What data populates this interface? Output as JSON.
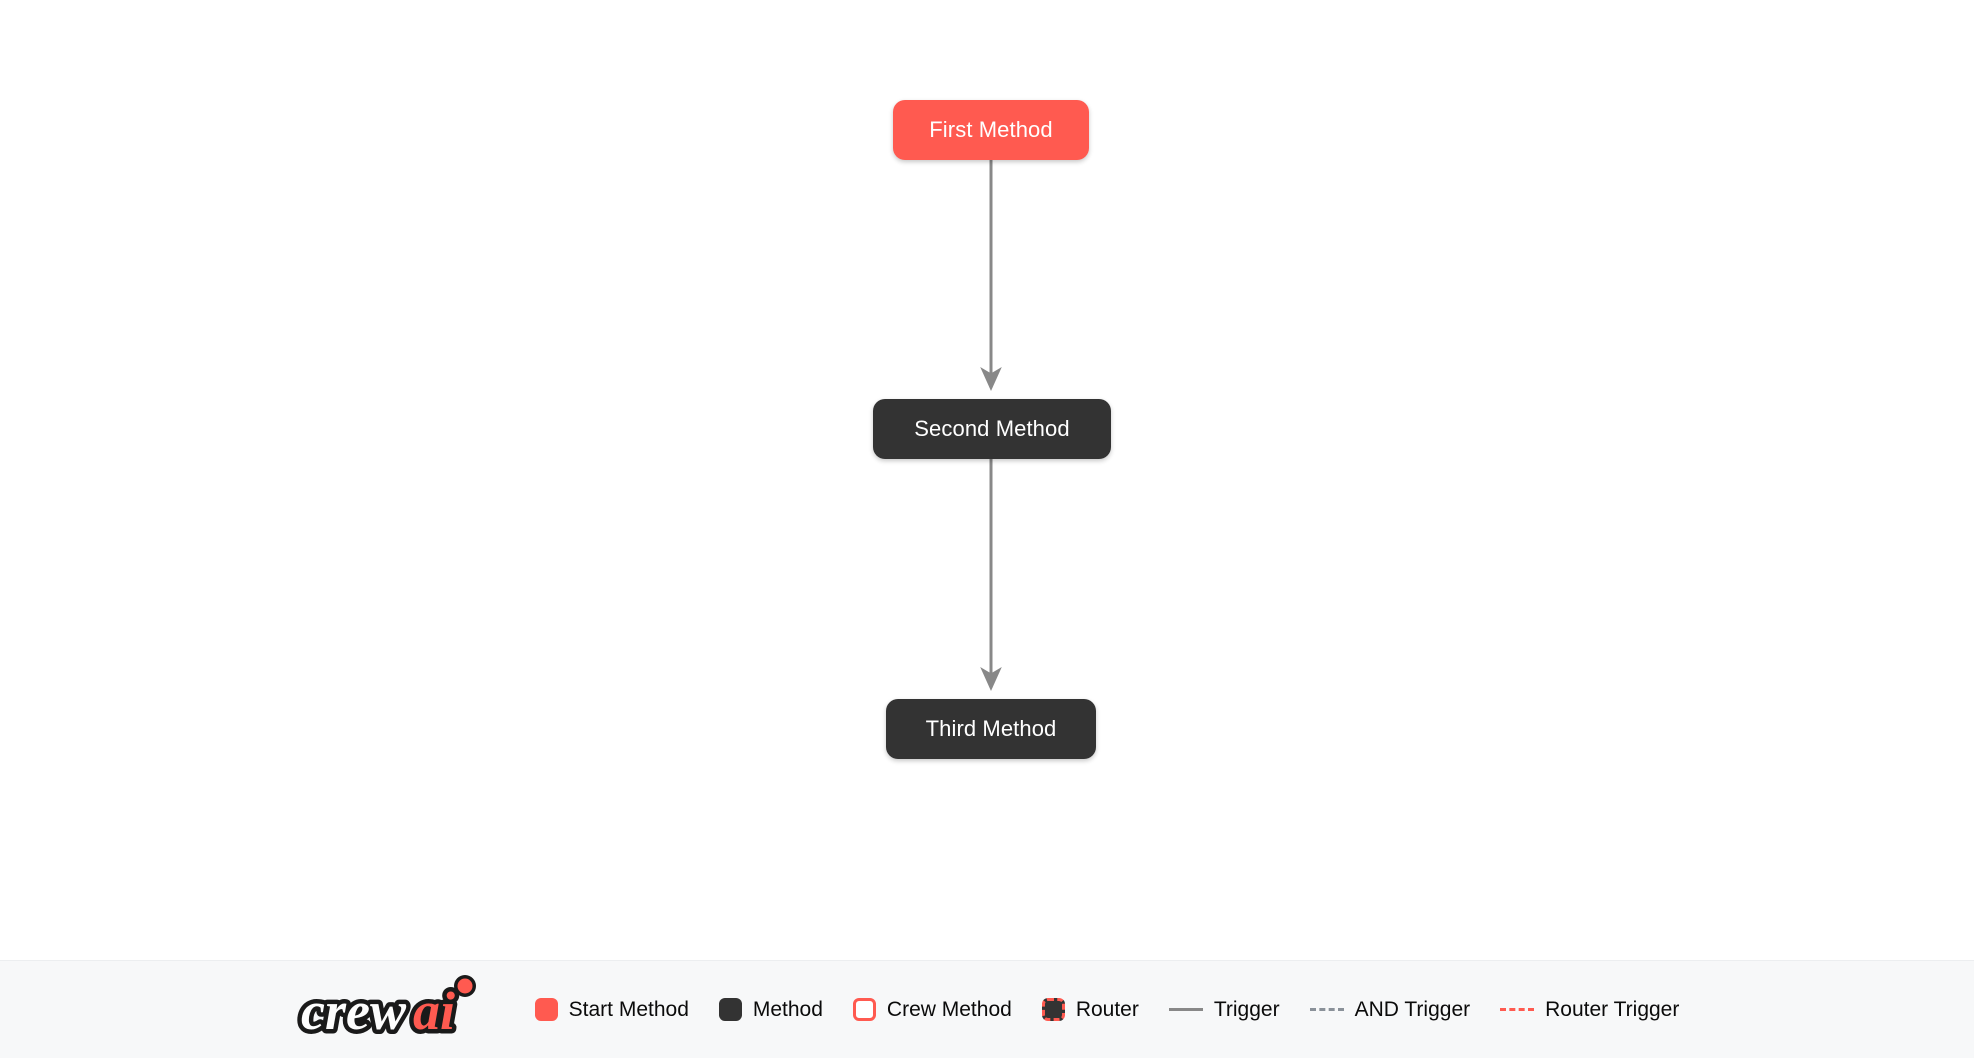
{
  "canvas": {
    "background_color": "#ffffff",
    "nodes": [
      {
        "id": "first",
        "label": "First Method",
        "type": "start-method",
        "color": "#ff5a50"
      },
      {
        "id": "second",
        "label": "Second Method",
        "type": "method",
        "color": "#333333"
      },
      {
        "id": "third",
        "label": "Third Method",
        "type": "method",
        "color": "#333333"
      }
    ],
    "edges": [
      {
        "from": "first",
        "to": "second",
        "style": "trigger",
        "color": "#888888"
      },
      {
        "from": "second",
        "to": "third",
        "style": "trigger",
        "color": "#888888"
      }
    ]
  },
  "legend": {
    "background_color": "#f7f8f9",
    "brand": {
      "name": "crewai",
      "text_primary": "crew",
      "text_accent": "ai",
      "accent_color": "#ff5a50",
      "outline_color": "#1a1a1a"
    },
    "items": [
      {
        "key": "start-method",
        "label": "Start Method",
        "marker": "swatch-filled",
        "color": "#ff5a50"
      },
      {
        "key": "method",
        "label": "Method",
        "marker": "swatch-filled",
        "color": "#333333"
      },
      {
        "key": "crew-method",
        "label": "Crew Method",
        "marker": "swatch-outlined",
        "color": "#ff5a50"
      },
      {
        "key": "router",
        "label": "Router",
        "marker": "swatch-dashed",
        "color": "#ff5a50"
      },
      {
        "key": "trigger",
        "label": "Trigger",
        "marker": "line-solid",
        "color": "#888888"
      },
      {
        "key": "and-trigger",
        "label": "AND Trigger",
        "marker": "line-dashed-gray",
        "color": "#8a9199"
      },
      {
        "key": "router-trigger",
        "label": "Router Trigger",
        "marker": "line-dashed-red",
        "color": "#ff5a50"
      }
    ]
  }
}
